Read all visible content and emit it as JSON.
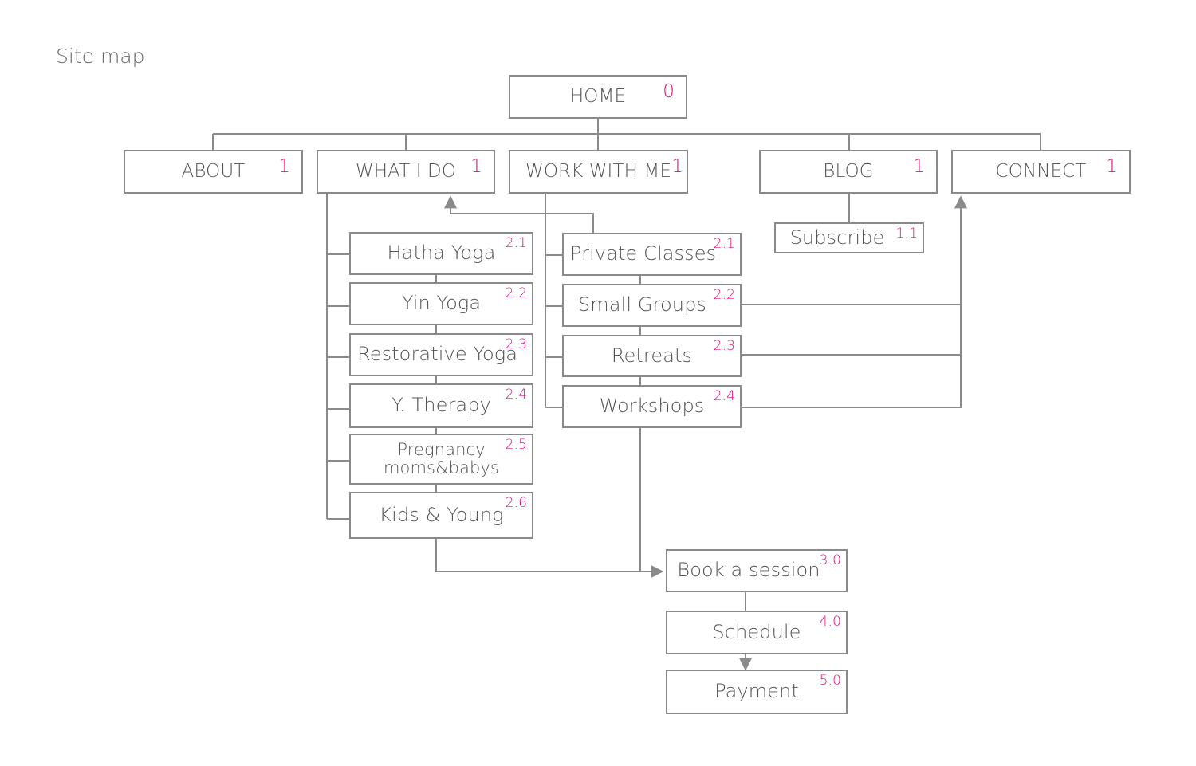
{
  "title": "Site map",
  "colors": {
    "number": "#e0107e",
    "line": "#8a8a8a",
    "text": "#555555"
  },
  "nodes": {
    "home": {
      "label": "HOME",
      "num": "0"
    },
    "about": {
      "label": "ABOUT",
      "num": "1"
    },
    "what_i_do": {
      "label": "WHAT I DO",
      "num": "1"
    },
    "work_with_me": {
      "label": "WORK WITH ME",
      "num": "1"
    },
    "blog": {
      "label": "BLOG",
      "num": "1"
    },
    "connect": {
      "label": "CONNECT",
      "num": "1"
    },
    "subscribe": {
      "label": "Subscribe",
      "num": "1.1"
    },
    "hatha": {
      "label": "Hatha Yoga",
      "num": "2.1"
    },
    "yin": {
      "label": "Yin Yoga",
      "num": "2.2"
    },
    "restorative": {
      "label": "Restorative Yoga",
      "num": "2.3"
    },
    "therapy": {
      "label": "Y. Therapy",
      "num": "2.4"
    },
    "pregnancy": {
      "label": "Pregnancy moms&babys",
      "num": "2.5"
    },
    "kids": {
      "label": "Kids & Young",
      "num": "2.6"
    },
    "private": {
      "label": "Private Classes",
      "num": "2.1"
    },
    "small_groups": {
      "label": "Small Groups",
      "num": "2.2"
    },
    "retreats": {
      "label": "Retreats",
      "num": "2.3"
    },
    "workshops": {
      "label": "Workshops",
      "num": "2.4"
    },
    "book": {
      "label": "Book a session",
      "num": "3.0"
    },
    "schedule": {
      "label": "Schedule",
      "num": "4.0"
    },
    "payment": {
      "label": "Payment",
      "num": "5.0"
    }
  }
}
